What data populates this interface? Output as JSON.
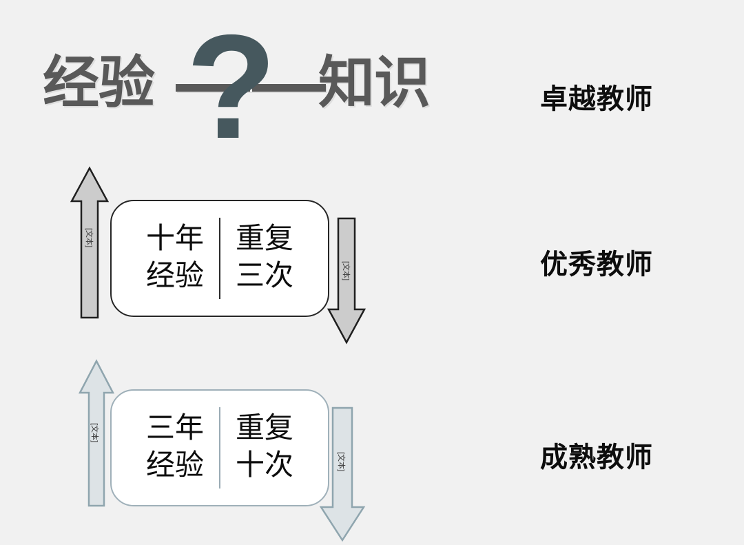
{
  "background_color": "#f1f1f1",
  "title": {
    "left_word": "经验",
    "right_word": "知识",
    "dash": "——",
    "question_mark": "?",
    "full_text": "经验?——知识",
    "text_color": "#595959",
    "question_mark_color": "#46585e"
  },
  "stages": [
    {
      "label": "卓越教师"
    },
    {
      "label": "优秀教师"
    },
    {
      "label": "成熟教师"
    }
  ],
  "boxes": [
    {
      "left_line_1": "十年",
      "left_line_2": "经验",
      "right_line_1": "重复",
      "right_line_2": "三次",
      "border_color": "#262626",
      "fill_color": "#ffffff"
    },
    {
      "left_line_1": "三年",
      "left_line_2": "经验",
      "right_line_1": "重复",
      "right_line_2": "十次",
      "border_color": "#9fb0b9",
      "fill_color": "#ffffff"
    }
  ],
  "arrows": [
    {
      "direction": "up",
      "label": "[文本]",
      "fill_color": "#cccccc",
      "stroke_color": "#1f1f1f"
    },
    {
      "direction": "down",
      "label": "[文本]",
      "fill_color": "#cccccc",
      "stroke_color": "#1f1f1f"
    },
    {
      "direction": "up",
      "label": "[文本]",
      "fill_color": "#dde3e6",
      "stroke_color": "#8fa5ae"
    },
    {
      "direction": "down",
      "label": "[文本]",
      "fill_color": "#dde3e6",
      "stroke_color": "#8fa5ae"
    }
  ]
}
